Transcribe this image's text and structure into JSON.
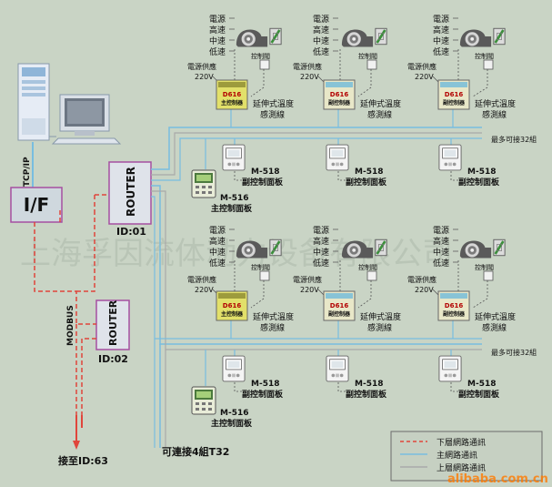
{
  "colors": {
    "background": "#c9d4c5",
    "lower_bus": "#e0453b",
    "main_bus": "#78bde0",
    "upper_bus": "#a9a9a9",
    "controller_body": "#e2e06a",
    "panel_body": "#f2f2f2",
    "router_border": "#a64fa1"
  },
  "labels": {
    "tcpip": "TCP/IP",
    "interface": "I/F",
    "router": "ROUTER",
    "router_id_main": "ID:01",
    "router_id_sub": "ID:02",
    "modbus": "MODBUS",
    "connect_to_id63": "接至ID:63",
    "can_connect_4_t32": "可連接4組T32",
    "max_32_groups": "最多可接32組",
    "watermark": "上海孚因流体动力设备有限公司",
    "alibaba": "alibaba.com.cn"
  },
  "fan_unit": {
    "power": "電源",
    "high": "高速",
    "mid": "中速",
    "low": "低速",
    "valve": "控制閥",
    "supply_line1": "電源供應",
    "supply_line2": "220V",
    "sensor_line1": "延伸式溫度",
    "sensor_line2": "感測線"
  },
  "controller": {
    "model": "D616",
    "main_name": "主控制器",
    "sub_name": "副控制器"
  },
  "panels": {
    "sub_model": "M-518",
    "sub_name": "副控制面板",
    "main_model": "M-516",
    "main_name": "主控制面板"
  },
  "legend": {
    "items": [
      {
        "label": "下層網路通訊"
      },
      {
        "label": "主網路通訊"
      },
      {
        "label": "上層網路通訊"
      }
    ]
  }
}
